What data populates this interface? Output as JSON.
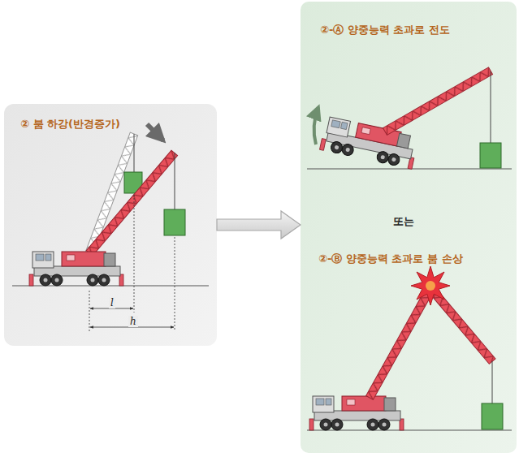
{
  "diagram": {
    "nodes": [
      {
        "text": [
          "② 붐 하강(반경증가)"
        ]
      },
      {
        "text": [
          "②-Ⓐ 양중능력 초과로 전도",
          "또는",
          "②-Ⓑ 양중능력 초과로 붐 손상"
        ]
      }
    ],
    "edges": [
      {
        "from": 0,
        "to": 1,
        "arrow": "to"
      }
    ],
    "labels": [
      "l",
      "h"
    ]
  }
}
